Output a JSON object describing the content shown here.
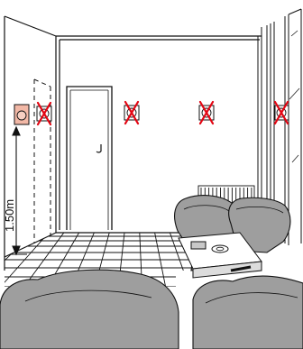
{
  "measurement": {
    "label": "1.50m"
  },
  "colors": {
    "line": "#111111",
    "cross": "#e30613",
    "thermostat_good": "#f2b8a6",
    "furniture": "#9e9e9e",
    "furniture_light": "#bdbdbd",
    "background": "#ffffff"
  },
  "thermostat_positions": [
    {
      "status": "correct",
      "icon": "thermostat-icon"
    },
    {
      "status": "incorrect",
      "icon": "thermostat-crossed-icon"
    },
    {
      "status": "incorrect",
      "icon": "thermostat-crossed-icon"
    },
    {
      "status": "incorrect",
      "icon": "thermostat-crossed-icon"
    },
    {
      "status": "incorrect",
      "icon": "thermostat-crossed-icon"
    }
  ]
}
